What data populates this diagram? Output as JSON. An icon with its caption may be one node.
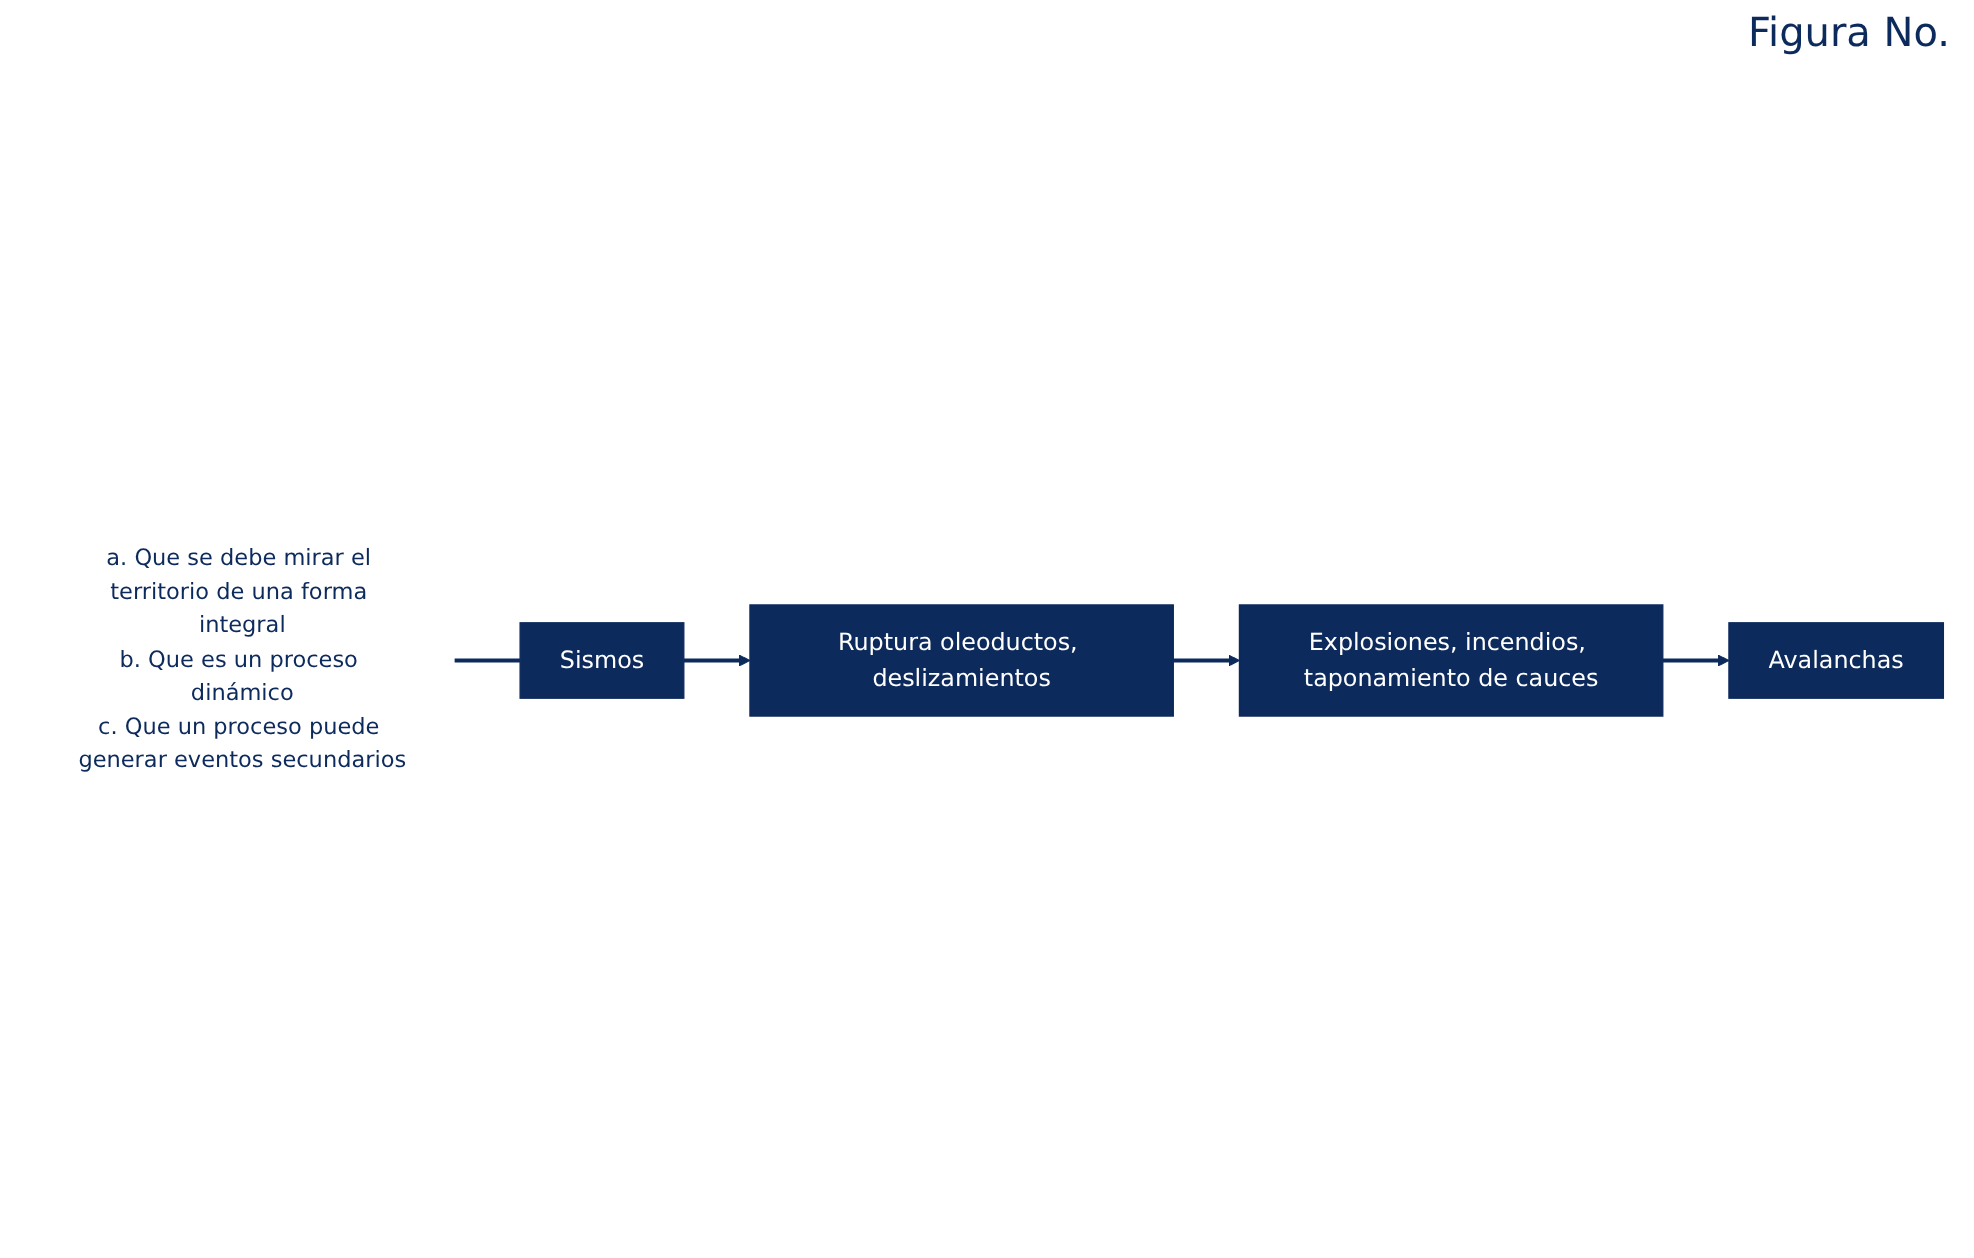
{
  "diagram": {
    "title": "Figura No.",
    "nodes": [
      {
        "text": [
          "a. Que se debe mirar el territorio de una forma integral",
          "b. Que es un proceso dinámico",
          "c. Que un proceso puede generar eventos secundarios"
        ]
      },
      {
        "text": [
          "Sismos"
        ]
      },
      {
        "text": [
          "Ruptura oleoductos, deslizamientos"
        ]
      },
      {
        "text": [
          "Explosiones, incendios, taponamiento de cauces"
        ]
      },
      {
        "text": [
          "Avalanchas"
        ]
      }
    ],
    "edges": [
      {
        "from": 0,
        "to": 1,
        "arrow": "none"
      },
      {
        "from": 1,
        "to": 2,
        "arrow": "to"
      },
      {
        "from": 2,
        "to": 3,
        "arrow": "to"
      },
      {
        "from": 3,
        "to": 4,
        "arrow": "to"
      }
    ]
  }
}
